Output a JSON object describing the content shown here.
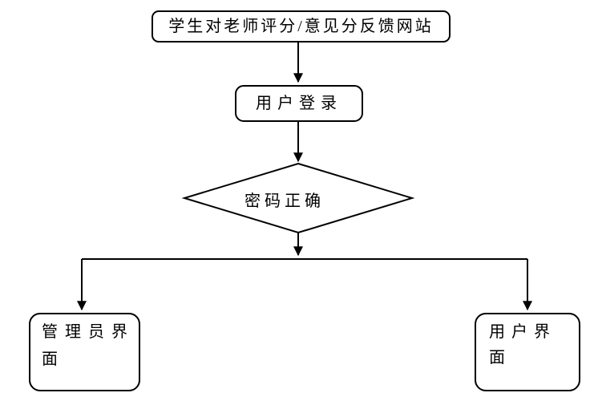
{
  "page": {
    "background": "#ffffff"
  },
  "flowchart": {
    "colors": {
      "stroke": "#000000",
      "node_fill": "#ffffff"
    },
    "nodes": {
      "title": {
        "label": "学生对老师评分/意见分反馈网站"
      },
      "login": {
        "label": "用户登录"
      },
      "decision": {
        "label": "密码正确"
      },
      "admin": {
        "label": "管理员界面",
        "lines": [
          "管 理 员 界",
          "面"
        ]
      },
      "user": {
        "label": "用户界面"
      }
    }
  }
}
